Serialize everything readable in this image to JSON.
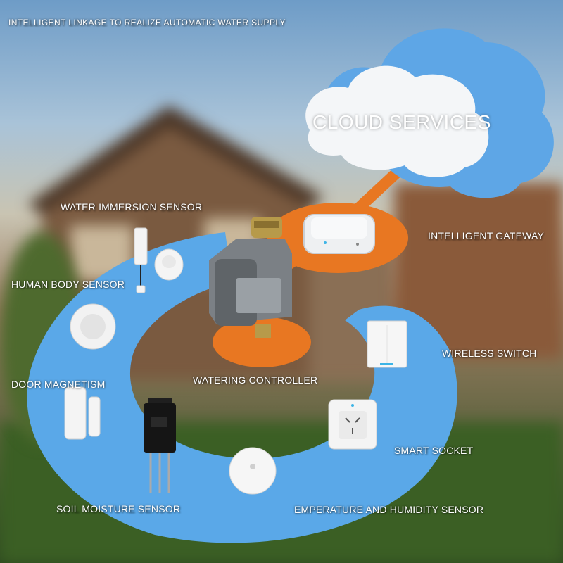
{
  "header": {
    "text": "INTELLIGENT LINKAGE TO REALIZE AUTOMATIC WATER SUPPLY"
  },
  "cloud": {
    "title": "CLOUD SERVICES"
  },
  "labels": {
    "intelligent_gateway": "INTELLIGENT GATEWAY",
    "water_immersion_sensor": "WATER IMMERSION SENSOR",
    "human_body_sensor": "HUMAN BODY SENSOR",
    "door_magnetism": "DOOR MAGNETISM",
    "watering_controller": "WATERING CONTROLLER",
    "wireless_switch": "WIRELESS SWITCH",
    "smart_socket": "SMART SOCKET",
    "soil_moisture_sensor": "SOIL MOISTURE SENSOR",
    "temperature_humidity_sensor": "EMPERATURE AND HUMIDITY SENSOR"
  },
  "colors": {
    "ring_blue": "#5aa8e8",
    "link_orange": "#e87722",
    "cloud_blue": "#5ea6e6",
    "cloud_white": "#f4f6f8"
  },
  "icons": [
    "cloud-icon",
    "gateway-device-icon",
    "watering-controller-icon",
    "water-immersion-sensor-icon",
    "human-body-sensor-icon",
    "door-magnet-icon",
    "soil-moisture-probe-icon",
    "temperature-humidity-sensor-icon",
    "smart-socket-icon",
    "wireless-switch-icon"
  ]
}
